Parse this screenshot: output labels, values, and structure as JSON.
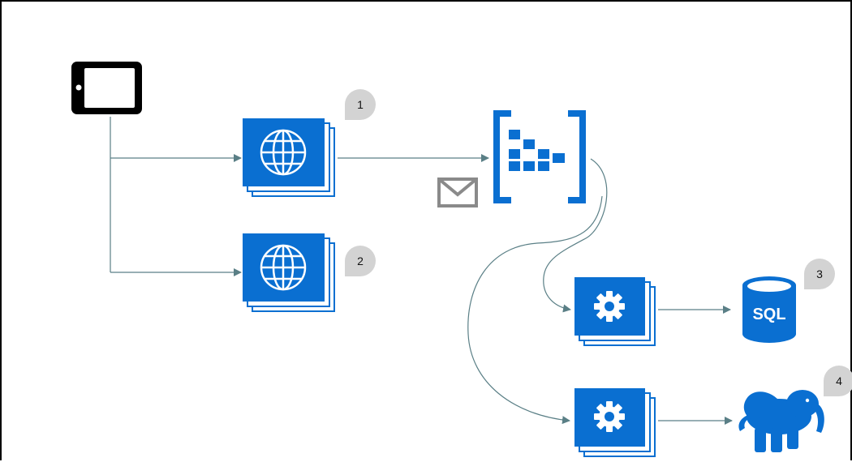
{
  "diagram": {
    "badges": [
      "1",
      "2",
      "3",
      "4"
    ],
    "database": {
      "label": "SQL"
    },
    "icons": {
      "client": "tablet-icon",
      "web_app_1": "globe-icon",
      "web_app_2": "globe-icon",
      "message": "envelope-icon",
      "queue": "event-hub-icon",
      "worker_1": "gear-icon",
      "worker_2": "gear-icon",
      "database": "sql-database-icon",
      "analytics": "hadoop-elephant-icon"
    },
    "colors": {
      "azure_blue": "#0a6fd1",
      "connector": "#5a7f86",
      "badge": "#d3d3d3",
      "envelope": "#8a8a8a"
    }
  }
}
